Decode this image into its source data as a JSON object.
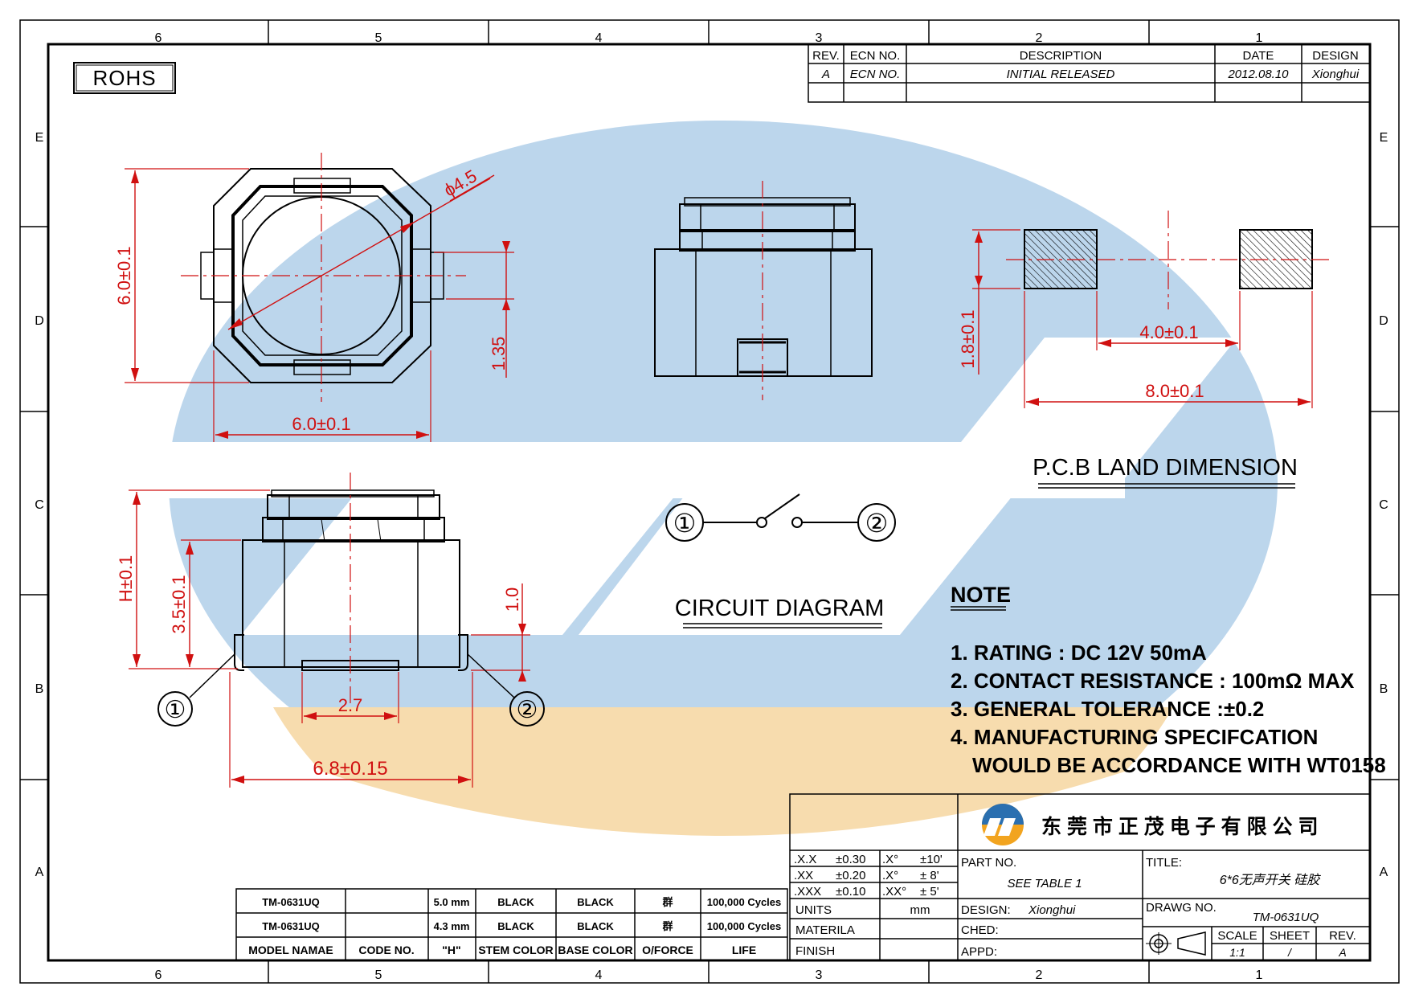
{
  "colors": {
    "dimension": "#d01010",
    "watermark_blue": "#bcd6ec",
    "watermark_orange": "#f7dcae",
    "line": "#000000"
  },
  "border": {
    "cols_top": [
      "6",
      "5",
      "4",
      "3",
      "2",
      "1"
    ],
    "cols_bottom": [
      "6",
      "5",
      "4",
      "3",
      "2",
      "1"
    ],
    "rows_left": [
      "E",
      "D",
      "C",
      "B",
      "A"
    ],
    "rows_right": [
      "E",
      "D",
      "C",
      "B",
      "A"
    ]
  },
  "rohs": "ROHS",
  "revision_table": {
    "headers": [
      "REV.",
      "ECN NO.",
      "DESCRIPTION",
      "DATE",
      "DESIGN"
    ],
    "row": [
      "A",
      "ECN NO.",
      "INITIAL RELEASED",
      "2012.08.10",
      "Xionghui"
    ]
  },
  "top_view": {
    "dia": "ϕ4.5",
    "height": "6.0±0.1",
    "width": "6.0±0.1",
    "offset": "1.35"
  },
  "pcb": {
    "height": "1.8±0.1",
    "gap": "4.0±0.1",
    "total": "8.0±0.1",
    "title": "P.C.B LAND DIMENSION"
  },
  "side_view": {
    "h": "H±0.1",
    "body": "3.5±0.1",
    "lead": "1.0",
    "center": "2.7",
    "span": "6.8±0.15",
    "pin1": "①",
    "pin2": "②"
  },
  "circuit": {
    "pin1": "①",
    "pin2": "②",
    "title": "CIRCUIT DIAGRAM"
  },
  "notes": {
    "title": "NOTE",
    "lines": [
      "1. RATING : DC 12V  50mA",
      "2. CONTACT RESISTANCE : 100mΩ MAX",
      "3. GENERAL TOLERANCE :±0.2",
      "4. MANUFACTURING SPECIFCATION",
      "WOULD BE ACCORDANCE WITH WT0158"
    ]
  },
  "model_table": {
    "rows": [
      [
        "TM-0631UQ",
        "",
        "5.0 mm",
        "BLACK",
        "BLACK",
        "群",
        "100,000 Cycles"
      ],
      [
        "TM-0631UQ",
        "",
        "4.3 mm",
        "BLACK",
        "BLACK",
        "群",
        "100,000 Cycles"
      ]
    ],
    "headers": [
      "MODEL NAMAE",
      "CODE NO.",
      "\"H\"",
      "STEM COLOR",
      "BASE COLOR",
      "O/FORCE",
      "LIFE"
    ]
  },
  "title_block": {
    "company": "东 莞 市 正 茂 电 子 有 限 公 司",
    "tol": [
      [
        ".X.X",
        "±0.30",
        ".X°",
        "±10'"
      ],
      [
        ".XX",
        "±0.20",
        ".X°",
        "± 8'"
      ],
      [
        ".XXX",
        "±0.10",
        ".XX°",
        "± 5'"
      ]
    ],
    "units_label": "UNITS",
    "units_val": "mm",
    "materila": "MATERILA",
    "finish": "FINISH",
    "part_no_label": "PART NO.",
    "part_no_val": "SEE TABLE 1",
    "design_label": "DESIGN:",
    "design_val": "Xionghui",
    "ched_label": "CHED:",
    "appd_label": "APPD:",
    "title_label": "TITLE:",
    "title_val": "6*6无声开关 硅胶",
    "drawg_label": "DRAWG NO.",
    "drawg_val": "TM-0631UQ",
    "scale_label": "SCALE",
    "scale_val": "1:1",
    "sheet_label": "SHEET",
    "sheet_val": "/",
    "rev_label": "REV.",
    "rev_val": "A"
  }
}
